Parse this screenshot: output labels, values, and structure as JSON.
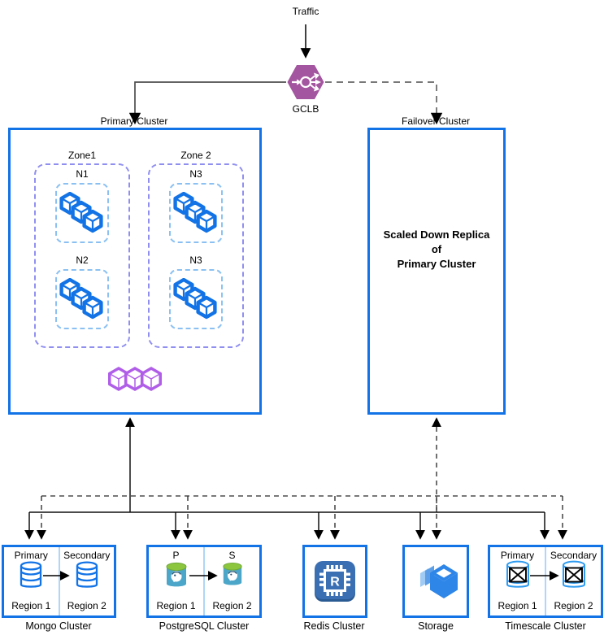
{
  "labels": {
    "traffic": "Traffic",
    "gclb": "GCLB",
    "primary_cluster": "Primary Cluster",
    "failover_cluster": "Failover Cluster"
  },
  "primary": {
    "zones": [
      {
        "label": "Zone1",
        "nodes": [
          "N1",
          "N2"
        ]
      },
      {
        "label": "Zone 2",
        "nodes": [
          "N3",
          "N3"
        ]
      }
    ]
  },
  "failover": {
    "lines": [
      "Scaled Down Replica",
      "of",
      "Primary Cluster"
    ]
  },
  "bottom": {
    "mongo": {
      "title": "Mongo Cluster",
      "roles": [
        "Primary",
        "Secondary"
      ],
      "regions": [
        "Region 1",
        "Region 2"
      ]
    },
    "postgres": {
      "title": "PostgreSQL Cluster",
      "roles": [
        "P",
        "S"
      ],
      "regions": [
        "Region 1",
        "Region 2"
      ]
    },
    "redis": {
      "title": "Redis Cluster",
      "icon_letter": "R"
    },
    "storage": {
      "title": "Storage"
    },
    "timescale": {
      "title": "Timescale Cluster",
      "roles": [
        "Primary",
        "Secondary"
      ],
      "regions": [
        "Region 1",
        "Region 2"
      ]
    }
  },
  "colors": {
    "cluster_border": "#1273E6",
    "zone_border": "#908FF0",
    "node_border": "#8BC1F2",
    "workload_blue": "#1273E6",
    "pods_purple": "#B05EE8",
    "gclb_purple": "#A4559F",
    "redis_bg": "#3A6FB3",
    "storage_blue": "#2E86E8",
    "postgres_body": "#4BA6C9",
    "postgres_top": "#8CC63E",
    "divider_blue": "#AFD6F7"
  }
}
